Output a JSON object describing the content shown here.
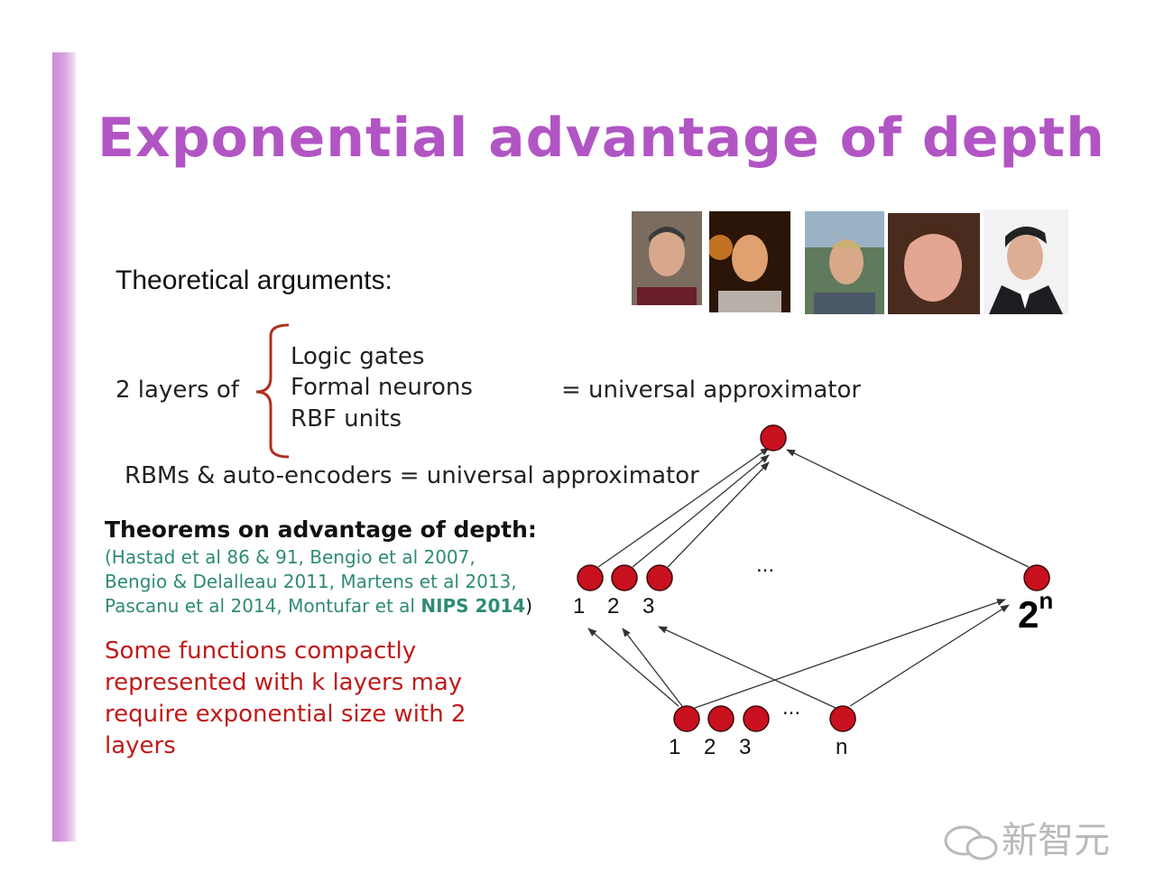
{
  "slide": {
    "title": "Exponential advantage of depth",
    "theoretical": "Theoretical arguments:",
    "two_layers": "2 layers of",
    "options": [
      "Logic gates",
      "Formal neurons",
      "RBF units"
    ],
    "universal": "= universal approximator",
    "rbms": "RBMs & auto-encoders = universal approximator",
    "theorems_heading": "Theorems on advantage of depth:",
    "refs_line1": "(Hastad et al 86 & 91, Bengio et al 2007,",
    "refs_line2": "Bengio & Delalleau 2011, Martens et al 2013,",
    "refs_line3a": "Pascanu et al 2014, Montufar et al ",
    "refs_line3b": "NIPS 2014",
    "refs_line3c": ")",
    "conclusion": [
      "Some functions compactly",
      "represented with k layers may",
      "require exponential size with 2",
      "layers"
    ]
  },
  "diagram": {
    "mid_labels": [
      "1",
      "2",
      "3"
    ],
    "ellipsis": "...",
    "two": "2",
    "n_sup": "n",
    "bottom_labels": [
      "1",
      "2",
      "3",
      "n"
    ],
    "node_color": "#c8101e"
  },
  "watermark": "新智元"
}
